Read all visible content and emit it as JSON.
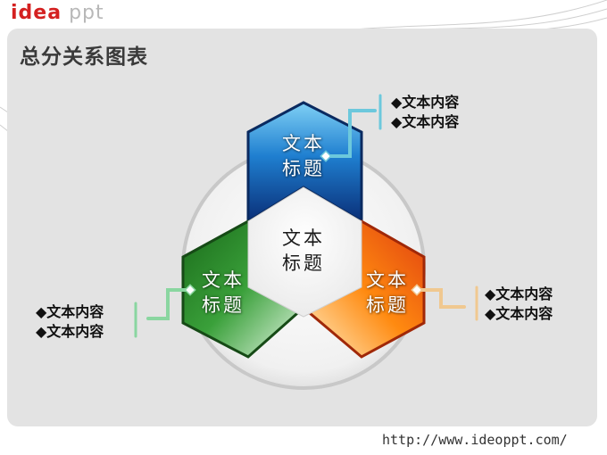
{
  "header": {
    "logo_bold": "idea",
    "logo_light": "ppt"
  },
  "title": "总分关系图表",
  "segments": {
    "center": {
      "line1": "文本",
      "line2": "标题",
      "color": "#ffffff"
    },
    "top": {
      "line1": "文本",
      "line2": "标题",
      "color": "#1f7fd0"
    },
    "left": {
      "line1": "文本",
      "line2": "标题",
      "color": "#2e8b2e"
    },
    "right": {
      "line1": "文本",
      "line2": "标题",
      "color": "#f07010"
    }
  },
  "callouts": {
    "top_right": [
      "◆文本内容",
      "◆文本内容"
    ],
    "left": [
      "◆文本内容",
      "◆文本内容"
    ],
    "right": [
      "◆文本内容",
      "◆文本内容"
    ]
  },
  "connector_colors": {
    "top": "#6cc8dc",
    "left": "#8ad6a0",
    "right": "#f0c890"
  },
  "footer": {
    "url": "http://www.ideoppt.com/"
  }
}
